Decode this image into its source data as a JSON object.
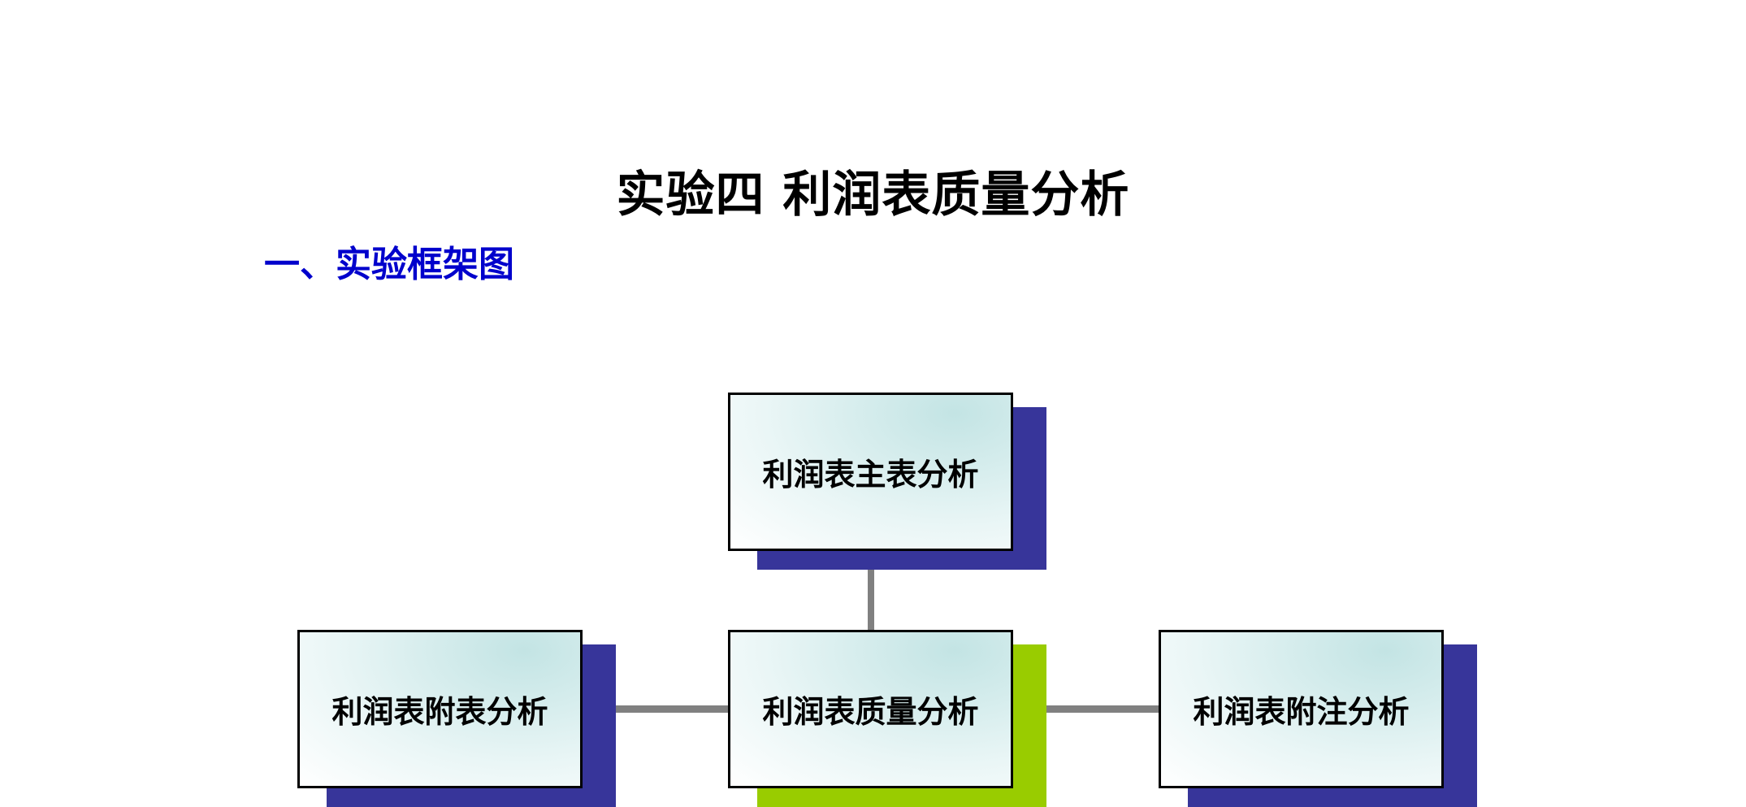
{
  "title": "实验四 利润表质量分析",
  "section_heading": "一、实验框架图",
  "nodes": {
    "top": "利润表主表分析",
    "left": "利润表附表分析",
    "center": "利润表质量分析",
    "right": "利润表附注分析"
  },
  "colors": {
    "heading_blue": "#0000cc",
    "shadow_navy": "#37359a",
    "shadow_green": "#99cc00",
    "connector_gray": "#808080"
  }
}
